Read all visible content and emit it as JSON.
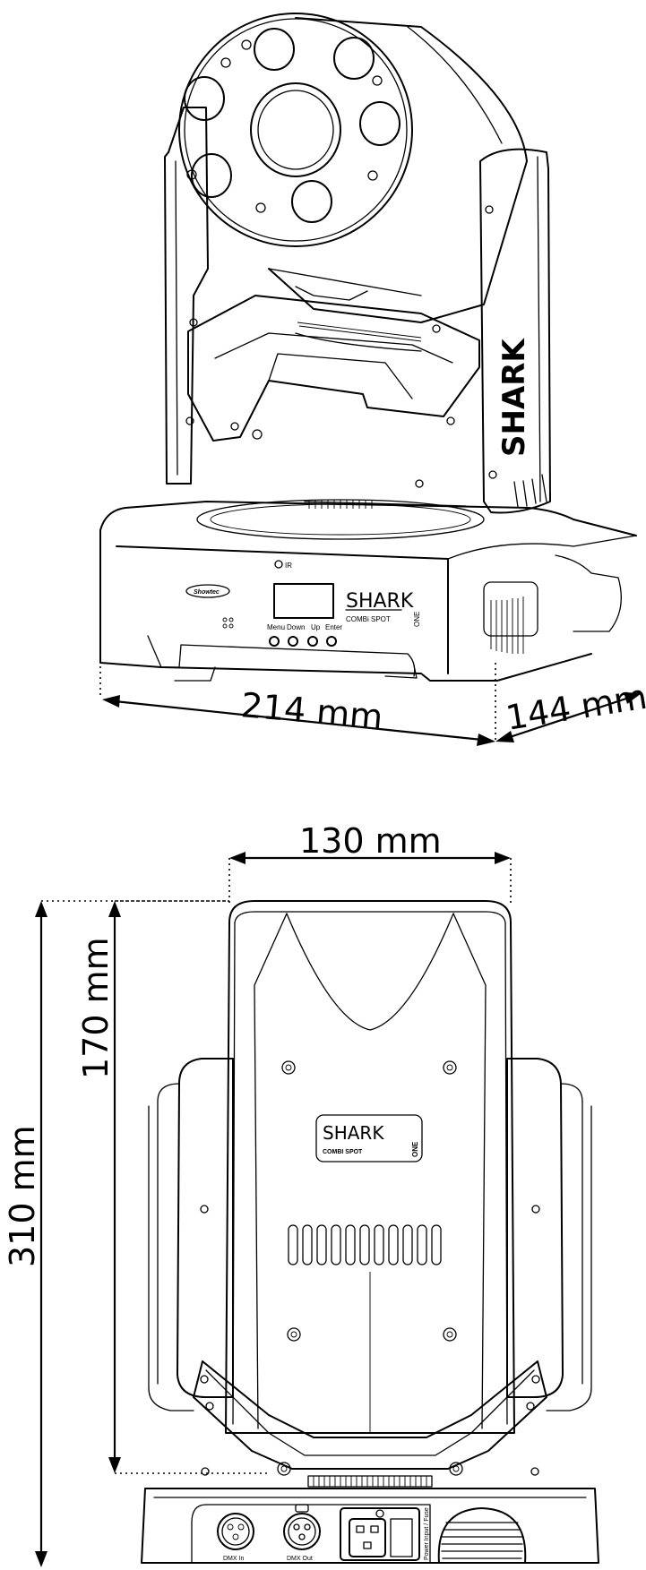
{
  "dimensions": {
    "width": "214 mm",
    "depth": "144 mm",
    "head_width": "130 mm",
    "head_height": "170 mm",
    "total_height": "310 mm"
  },
  "front_panel": {
    "ir_label": "IR",
    "brand_label": "Showtec",
    "product_name": "SHARK",
    "product_line": "COMBi SPOT",
    "product_suffix": "ONE",
    "buttons": [
      "Menu",
      "Down",
      "Up",
      "Enter"
    ]
  },
  "rear_panel": {
    "head_logo_name": "SHARK",
    "head_logo_line": "COMBI SPOT",
    "head_logo_suffix": "ONE",
    "dmx_in": "DMX In",
    "dmx_out": "DMX Out",
    "power_label": "Power Input / Fuse"
  },
  "side_logo": "SHARK"
}
